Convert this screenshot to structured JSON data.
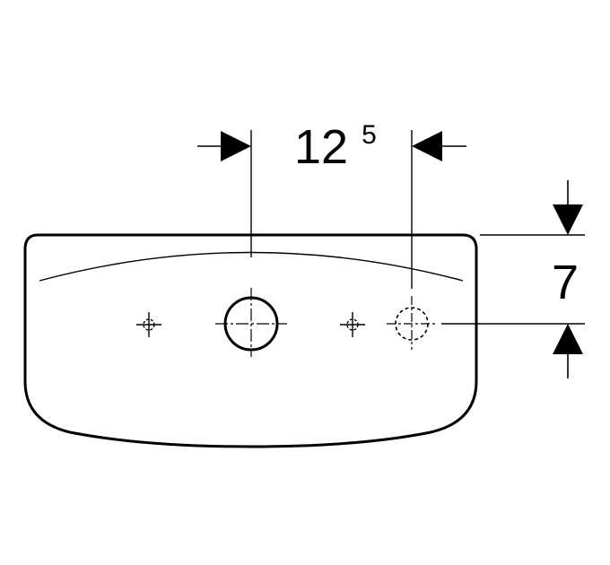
{
  "dimensions": {
    "horizontal": {
      "base": "12",
      "superscript": "5"
    },
    "vertical": {
      "value": "7"
    }
  },
  "colors": {
    "line": "#000000",
    "background": "#ffffff"
  }
}
